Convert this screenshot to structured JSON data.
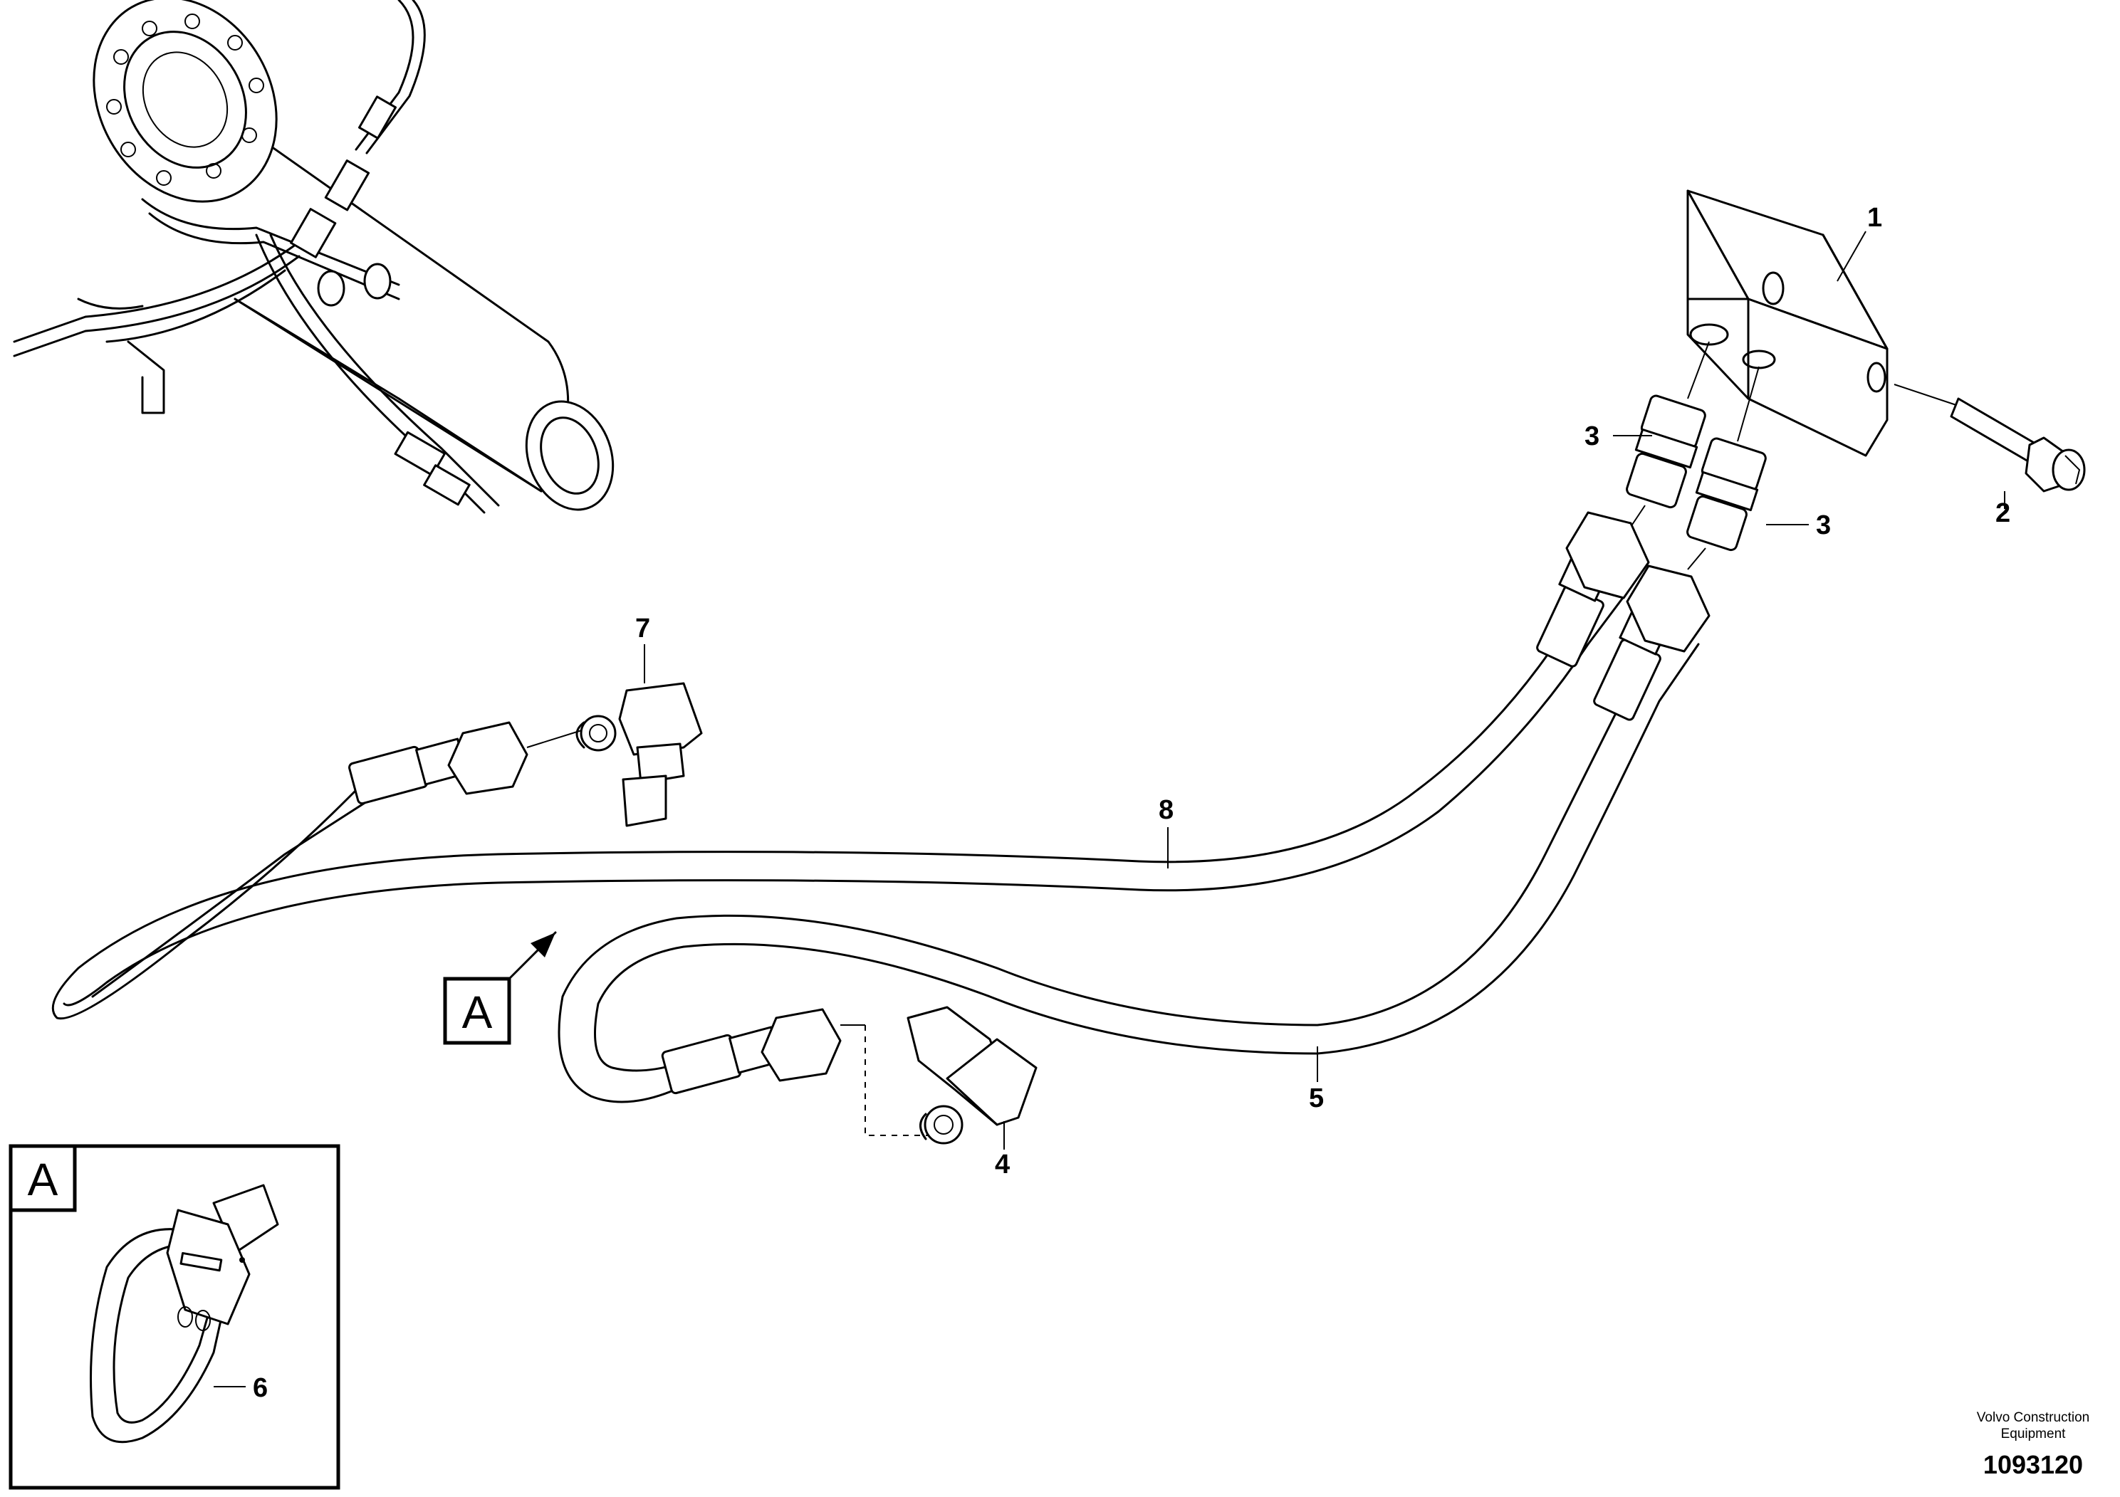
{
  "callouts": {
    "c1": "1",
    "c2": "2",
    "c3a": "3",
    "c3b": "3",
    "c4": "4",
    "c5": "5",
    "c6": "6",
    "c7": "7",
    "c8": "8"
  },
  "detail": {
    "view_label": "A",
    "inset_label": "A"
  },
  "footer": {
    "credit_line1": "Volvo Construction",
    "credit_line2": "Equipment",
    "doc_number": "1093120"
  }
}
